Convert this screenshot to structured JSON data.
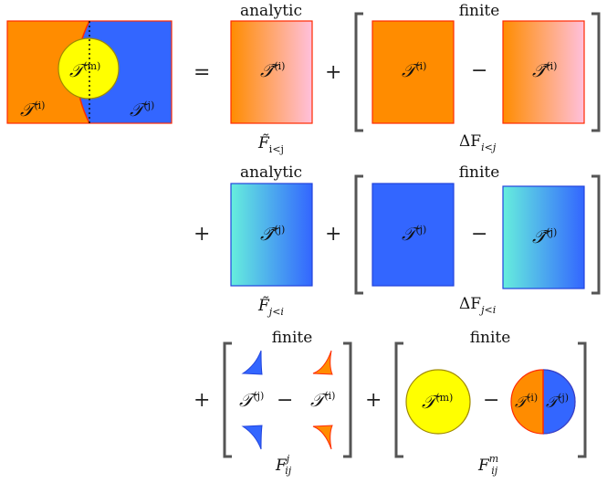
{
  "colors": {
    "orange": "#ff8c00",
    "blue": "#3366ff",
    "yellow": "#ffff00",
    "pink": "#ffc0dc",
    "teal": "#66eedd",
    "outline_red": "#ff2a00",
    "outline_blue": "#2244dd",
    "bracket": "#555555"
  },
  "words": {
    "analytic": "analytic",
    "finite": "finite"
  },
  "ops": {
    "equals": "=",
    "plus": "+",
    "minus": "−"
  },
  "sym": {
    "T": "𝒯",
    "T_tilde": "𝒯̃",
    "F": "F",
    "F_tilde": "F̃",
    "DeltaF": "ΔF",
    "sup_i": "(i)",
    "sup_j": "(j)",
    "sup_m": "(m)",
    "sub_i_lt_j": "i<j",
    "sub_j_lt_i": "j<i",
    "sub_ij": "ij",
    "sup_Fj": "j",
    "sup_Fm": "m"
  }
}
